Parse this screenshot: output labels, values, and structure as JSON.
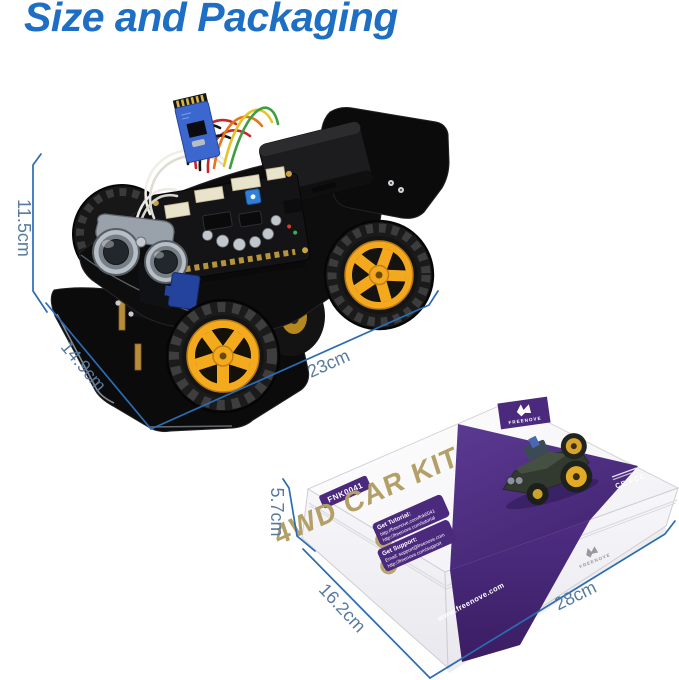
{
  "page": {
    "title": "Size and Packaging"
  },
  "car": {
    "description": "assembled 4WD robot car with ultrasonic sensor, controller board, bluetooth module and battery box",
    "height_label": "11.5cm",
    "depth_label": "14.9cm",
    "width_label": "23cm"
  },
  "box": {
    "model_number": "FNK0041",
    "product_name": "4WD CAR KIT",
    "brand": "FREENOVE",
    "tutorial_heading": "Get Tutorial:",
    "tutorial_line1": "http://freenove.com/fnk0041",
    "tutorial_line2": "http://freenove.com/tutorial",
    "support_heading": "Get Support:",
    "support_line1": "Email: support@freenove.com",
    "support_line2": "http://freenove.com/support",
    "website": "www.freenove.com",
    "certification_marks": "CE FCC",
    "height_label": "5.7cm",
    "depth_label": "16.2cm",
    "width_label": "28cm"
  },
  "colors": {
    "title_blue": "#1e6fc4",
    "dimension_line_blue": "#2b6cb3",
    "dimension_text_blue": "#587a9f",
    "box_purple": "#4b2a7d",
    "khaki_gold": "#b3a066",
    "wheel_yellow": "#f2a81d"
  }
}
